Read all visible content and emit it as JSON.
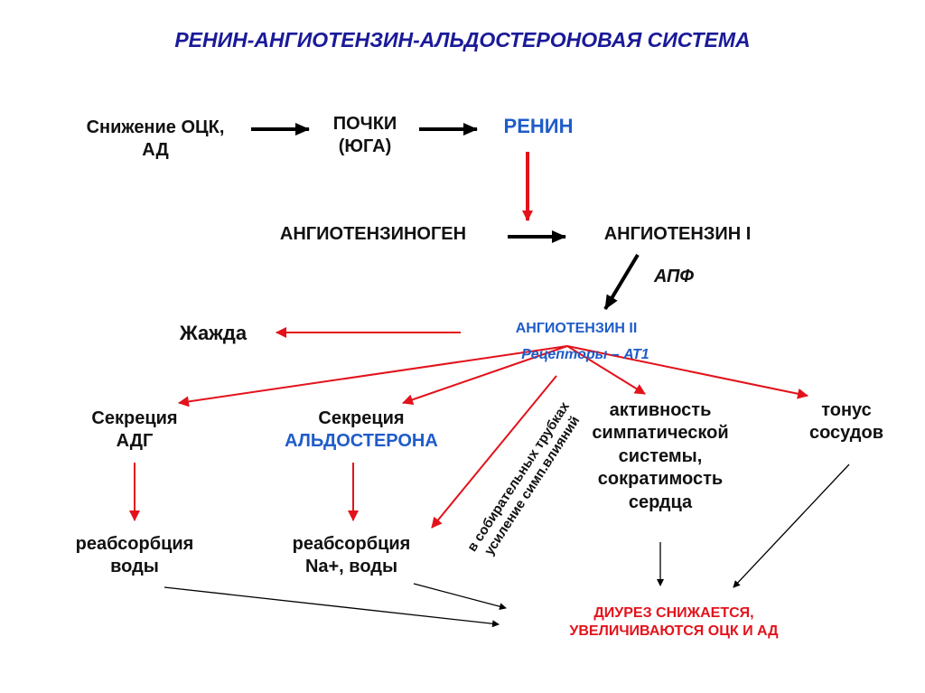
{
  "title": "РЕНИН-АНГИОТЕНЗИН-АЛЬДОСТЕРОНОВАЯ СИСТЕМА",
  "nodes": {
    "decrease_line1": "Снижение ОЦК,",
    "decrease_line2": "АД",
    "kidneys_line1": "ПОЧКИ",
    "kidneys_line2": "(ЮГА)",
    "renin": "РЕНИН",
    "angiotensinogen": "АНГИОТЕНЗИНОГЕН",
    "angiotensin1": "АНГИОТЕНЗИН I",
    "apf": "АПФ",
    "thirst": "Жажда",
    "angiotensin2": "АНГИОТЕНЗИН II",
    "receptors": "Рецепторы – АТ1",
    "adh_line1": "Секреция",
    "adh_line2": "АДГ",
    "aldo_line1": "Секреция",
    "aldo_line2": "АЛЬДОСТЕРОНА",
    "symp_line1": "активность",
    "symp_line2": "симпатической",
    "symp_line3": "системы,",
    "symp_line4": "сократимость",
    "symp_line5": "сердца",
    "tonus_line1": "тонус",
    "tonus_line2": "сосудов",
    "water_line1": "реабсорбция",
    "water_line2": "воды",
    "na_line1": "реабсорбция",
    "na_line2": "Na+, воды",
    "ducts_line1": "в собирательных трубках",
    "ducts_line2": "усиление симп.влияний",
    "result_line1": "ДИУРЕЗ СНИЖАЕТСЯ,",
    "result_line2": "УВЕЛИЧИВАЮТСЯ ОЦК И АД"
  },
  "colors": {
    "title": "#1a1a99",
    "text": "#111111",
    "accent_blue": "#1f5cc9",
    "accent_red": "#e3121b"
  }
}
